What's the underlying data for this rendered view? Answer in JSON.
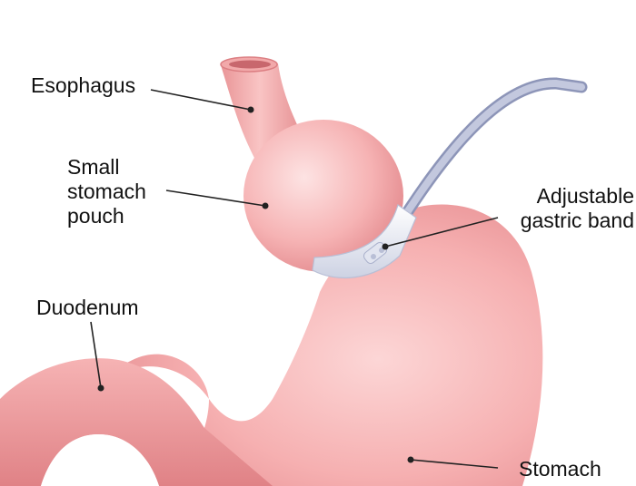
{
  "labels": {
    "esophagus": "Esophagus",
    "pouch": [
      "Small",
      "stomach",
      "pouch"
    ],
    "band": [
      "Adjustable",
      "gastric band"
    ],
    "duodenum": "Duodenum",
    "stomach": "Stomach"
  },
  "colors": {
    "tissue_light": "#fbd0d0",
    "tissue_mid": "#f4a5a6",
    "tissue_dark": "#dc7c80",
    "band": "#e9ecf4",
    "tube": "#a9b0cd",
    "leader": "#222222"
  }
}
